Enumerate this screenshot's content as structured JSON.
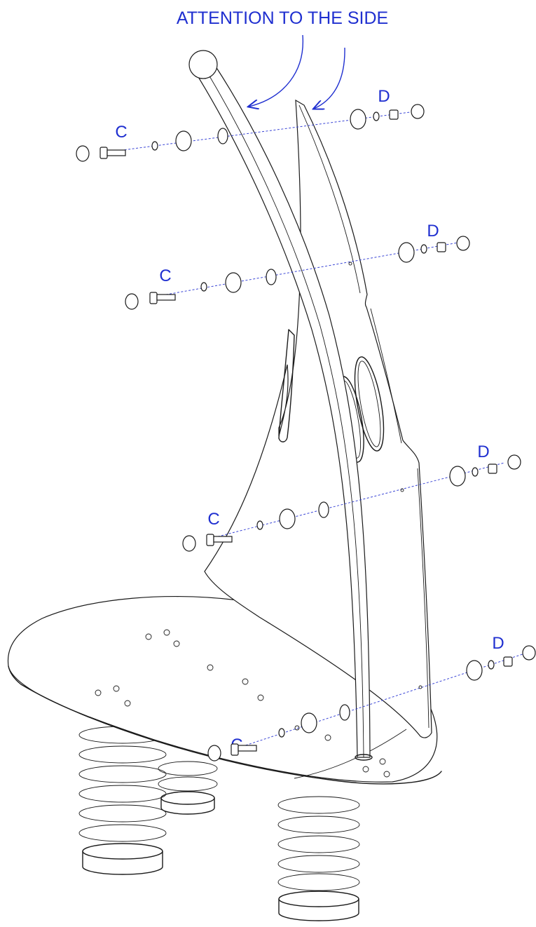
{
  "title": "ATTENTION TO THE SIDE",
  "colors": {
    "label": "#1f2fd0",
    "line": "#1a1a1a",
    "axis_dash": "#3b46d6"
  },
  "bolt_label": "C",
  "nut_label": "D",
  "fastener_groups": [
    {
      "left_label": "C",
      "right_label": "D"
    },
    {
      "left_label": "C",
      "right_label": "D"
    },
    {
      "left_label": "C",
      "right_label": "D"
    },
    {
      "left_label": "C",
      "right_label": "D"
    }
  ]
}
